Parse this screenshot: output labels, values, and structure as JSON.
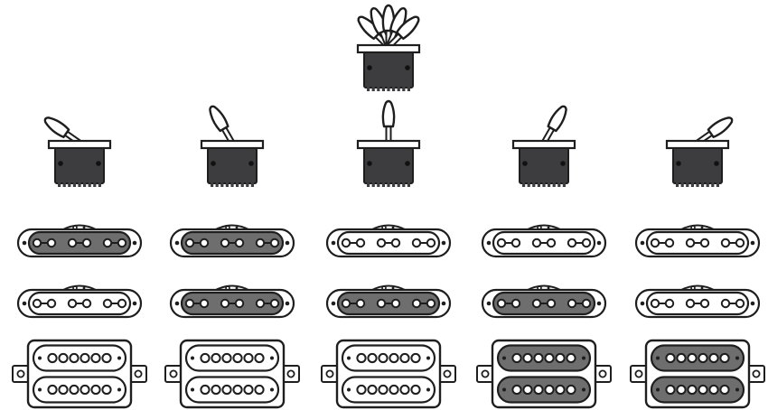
{
  "colors": {
    "outline": "#1e1e1e",
    "active_fill": "#6e6e6e",
    "switch_body": "#3d3d3f",
    "inactive_fill": "#ffffff"
  },
  "icons": {
    "overview_switch": "five-way-switch-all-positions-icon",
    "switch": "five-way-switch-icon",
    "single_coil": "single-coil-pickup-icon",
    "humbucker": "humbucker-pickup-icon"
  },
  "positions": [
    {
      "lever": "position-1",
      "neck_active": true,
      "middle_active": false,
      "bridge": "split"
    },
    {
      "lever": "position-2",
      "neck_active": true,
      "middle_active": true,
      "bridge": "split"
    },
    {
      "lever": "position-3",
      "neck_active": false,
      "middle_active": true,
      "bridge": "split"
    },
    {
      "lever": "position-4",
      "neck_active": false,
      "middle_active": true,
      "bridge": "full"
    },
    {
      "lever": "position-5",
      "neck_active": false,
      "middle_active": false,
      "bridge": "full"
    }
  ]
}
